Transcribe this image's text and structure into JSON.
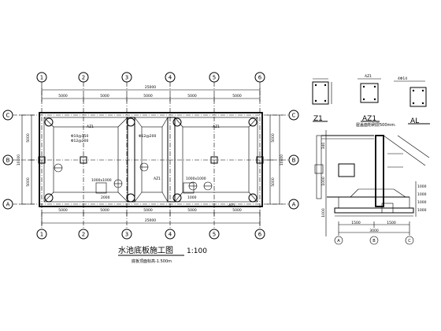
{
  "main_title": "水池底板施工图",
  "scale": "1:100",
  "subtitle": "底板顶面标高-1.500m",
  "grid_columns": [
    "1",
    "2",
    "3",
    "4",
    "5",
    "6"
  ],
  "grid_rows": [
    "C",
    "B",
    "A"
  ],
  "dims": {
    "total_top": "25000",
    "top_spans": [
      "5000",
      "5000",
      "5000",
      "5000",
      "5000"
    ],
    "total_bottom": "25000",
    "bottom_spans": [
      "5000",
      "5000",
      "5000",
      "5000",
      "5000"
    ],
    "left_spans": [
      "5000",
      "5000"
    ],
    "left_total": "10000",
    "right_spans": [
      "5000",
      "5000"
    ],
    "right_total": "10000"
  },
  "plan_labels": {
    "az1": "AZ1",
    "hole": "1000x1000",
    "rebar1": "Φ10@150",
    "rebar2": "Φ12@200",
    "rebar3": "Φ12@200",
    "note1": "1000",
    "note2": "2000"
  },
  "sections": {
    "z1": "Z1",
    "az1": "AZ1",
    "al": "AL",
    "az1_top": "AZ1",
    "al_top": "4Φ14",
    "note": "屋盖面粉刷层500mm."
  },
  "detail": {
    "dims_bottom": [
      "1500",
      "1500",
      "3000"
    ],
    "left_dims": [
      "340",
      "1000",
      "1000"
    ],
    "right_dims": [
      "1000",
      "1000",
      "1000",
      "1000"
    ]
  }
}
